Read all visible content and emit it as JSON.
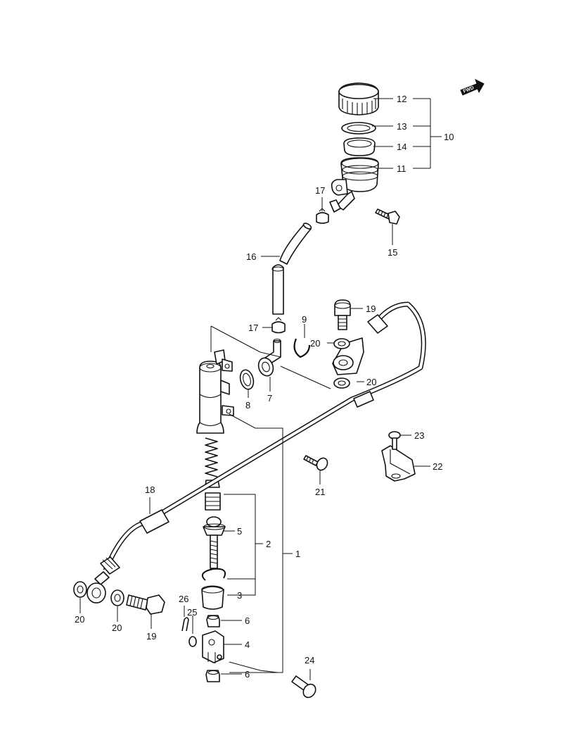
{
  "direction_badge": "FWD",
  "callouts": {
    "c1": "1",
    "c2": "2",
    "c3": "3",
    "c4": "4",
    "c5": "5",
    "c6a": "6",
    "c6b": "6",
    "c7": "7",
    "c8": "8",
    "c9": "9",
    "c10": "10",
    "c11": "11",
    "c12": "12",
    "c13": "13",
    "c14": "14",
    "c15": "15",
    "c16": "16",
    "c17a": "17",
    "c17b": "17",
    "c18": "18",
    "c19a": "19",
    "c19b": "19",
    "c20a": "20",
    "c20b": "20",
    "c20c": "20",
    "c20d": "20",
    "c21": "21",
    "c22": "22",
    "c23": "23",
    "c24": "24",
    "c25": "25",
    "c26": "26"
  }
}
